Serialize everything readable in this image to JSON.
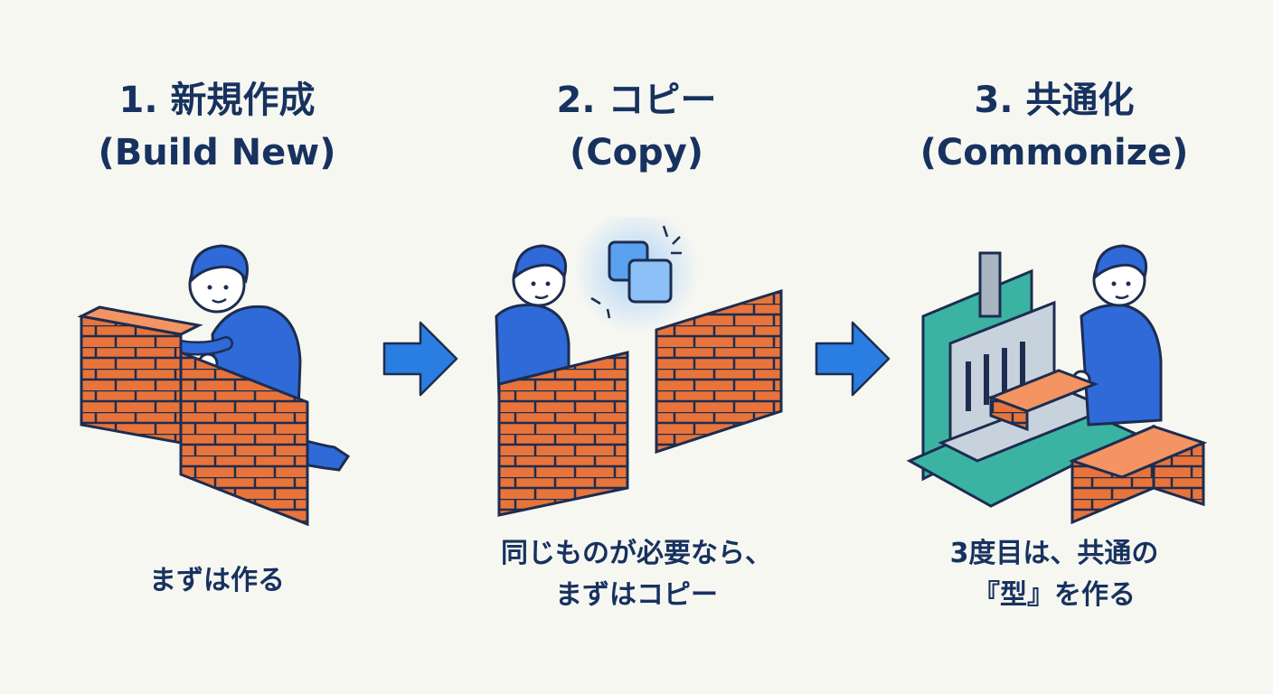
{
  "steps": [
    {
      "title_line1": "1. 新規作成",
      "title_line2": "(Build New)",
      "caption_line1": "まずは作る",
      "caption_line2": ""
    },
    {
      "title_line1": "2. コピー",
      "title_line2": "(Copy)",
      "caption_line1": "同じものが必要なら、",
      "caption_line2": "まずはコピー"
    },
    {
      "title_line1": "3. 共通化",
      "title_line2": "(Commonize)",
      "caption_line1": "3度目は、共通の",
      "caption_line2": "『型』を作る"
    }
  ],
  "icons": [
    "worker-icon",
    "brick-wall-icon",
    "copy-icon",
    "arrow-right-icon",
    "press-machine-icon",
    "brick-stack-icon"
  ],
  "colors": {
    "text": "#17325f",
    "brick": "#e8743b",
    "outline": "#1d2d50",
    "shirt": "#2f6ad8",
    "arrow": "#2a7de1",
    "machine": "#3bb3a3",
    "background": "#f7f7f2"
  }
}
